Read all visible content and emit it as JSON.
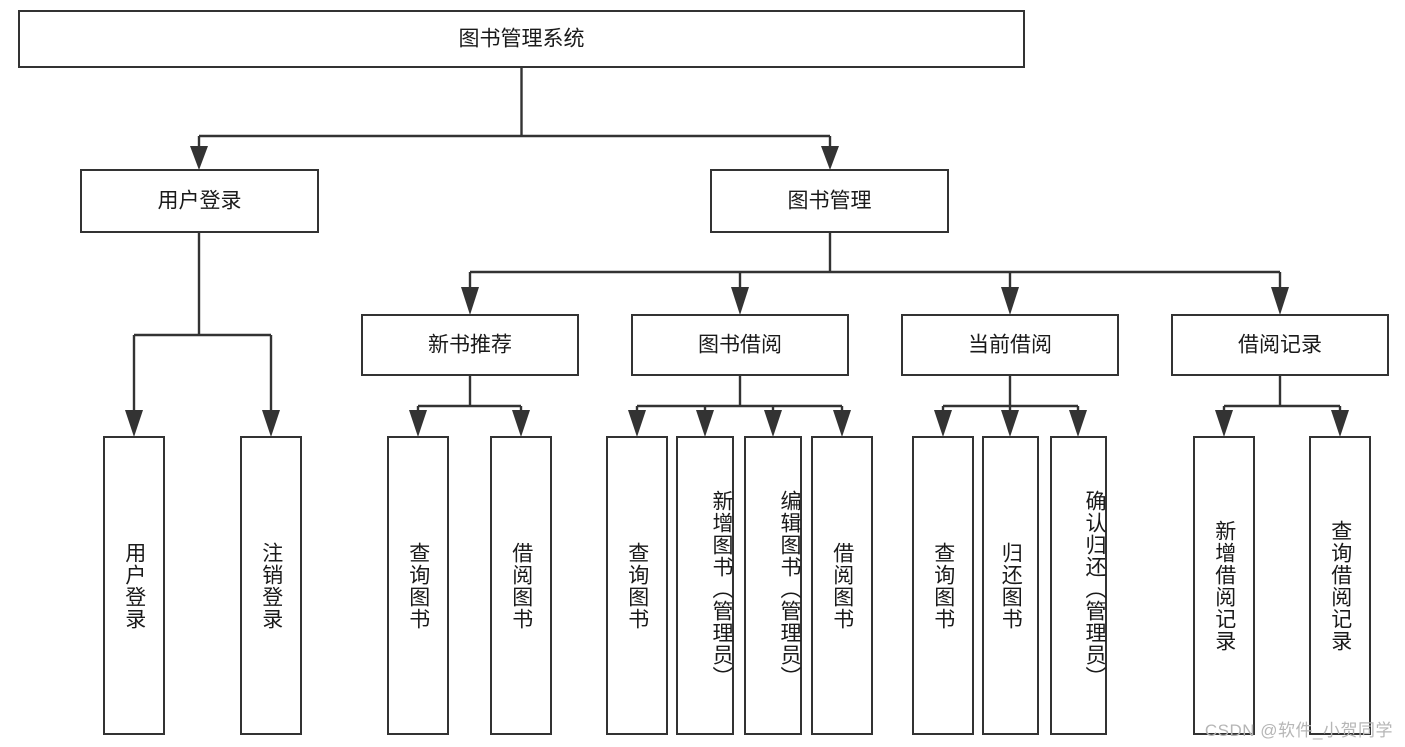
{
  "diagram": {
    "type": "tree-hierarchy",
    "title": "图书管理系统",
    "watermark": "CSDN @软件_小贺同学",
    "colors": {
      "box_stroke": "#333333",
      "box_fill": "#ffffff",
      "text": "#1a1a1a",
      "background": "#ffffff",
      "watermark": "#b6b6b6"
    },
    "root": {
      "label": "图书管理系统",
      "level": 0
    },
    "level2": [
      {
        "id": "user-login",
        "label": "用户登录"
      },
      {
        "id": "book-manage",
        "label": "图书管理"
      }
    ],
    "level3": [
      {
        "id": "new-book-recommend",
        "label": "新书推荐"
      },
      {
        "id": "book-borrow",
        "label": "图书借阅"
      },
      {
        "id": "current-borrow",
        "label": "当前借阅"
      },
      {
        "id": "borrow-record",
        "label": "借阅记录"
      }
    ],
    "leaves": {
      "user-login": [
        {
          "id": "leaf-user-login",
          "label": "用户登录"
        },
        {
          "id": "leaf-logout-login",
          "label": "注销登录"
        }
      ],
      "new-book-recommend": [
        {
          "id": "leaf-query-book-1",
          "label": "查询图书"
        },
        {
          "id": "leaf-borrow-book-1",
          "label": "借阅图书"
        }
      ],
      "book-borrow": [
        {
          "id": "leaf-query-book-2",
          "label": "查询图书"
        },
        {
          "id": "leaf-add-book",
          "label": "新增图书（管理员）"
        },
        {
          "id": "leaf-edit-book",
          "label": "编辑图书（管理员）"
        },
        {
          "id": "leaf-borrow-book-2",
          "label": "借阅图书"
        }
      ],
      "current-borrow": [
        {
          "id": "leaf-query-book-3",
          "label": "查询图书"
        },
        {
          "id": "leaf-return-book",
          "label": "归还图书"
        },
        {
          "id": "leaf-confirm-return",
          "label": "确认归还（管理员）"
        }
      ],
      "borrow-record": [
        {
          "id": "leaf-add-record",
          "label": "新增借阅记录"
        },
        {
          "id": "leaf-query-record",
          "label": "查询借阅记录"
        }
      ]
    }
  }
}
